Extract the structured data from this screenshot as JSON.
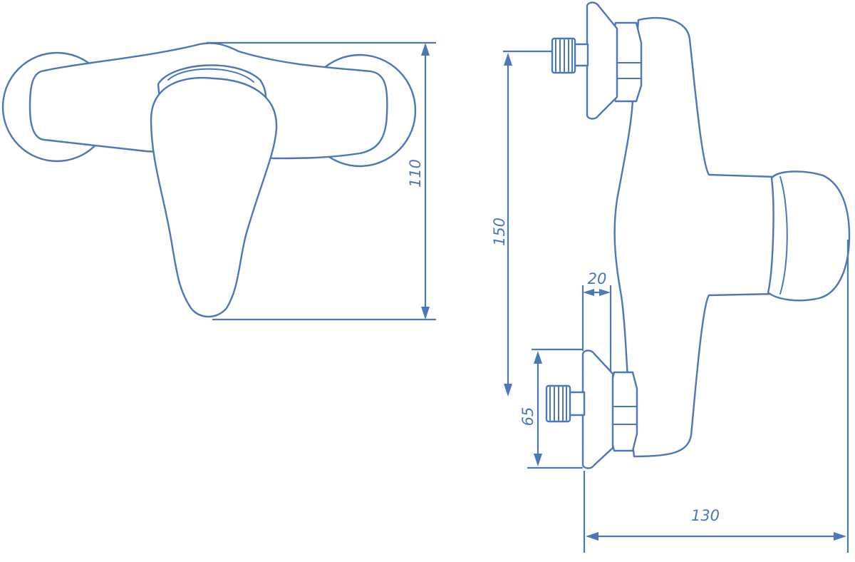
{
  "colors": {
    "line": "#4a78b8",
    "background": "#ffffff"
  },
  "dimensions": {
    "height_front": "110",
    "spacing": "150",
    "extension": "20",
    "eccentric": "65",
    "depth": "130"
  }
}
